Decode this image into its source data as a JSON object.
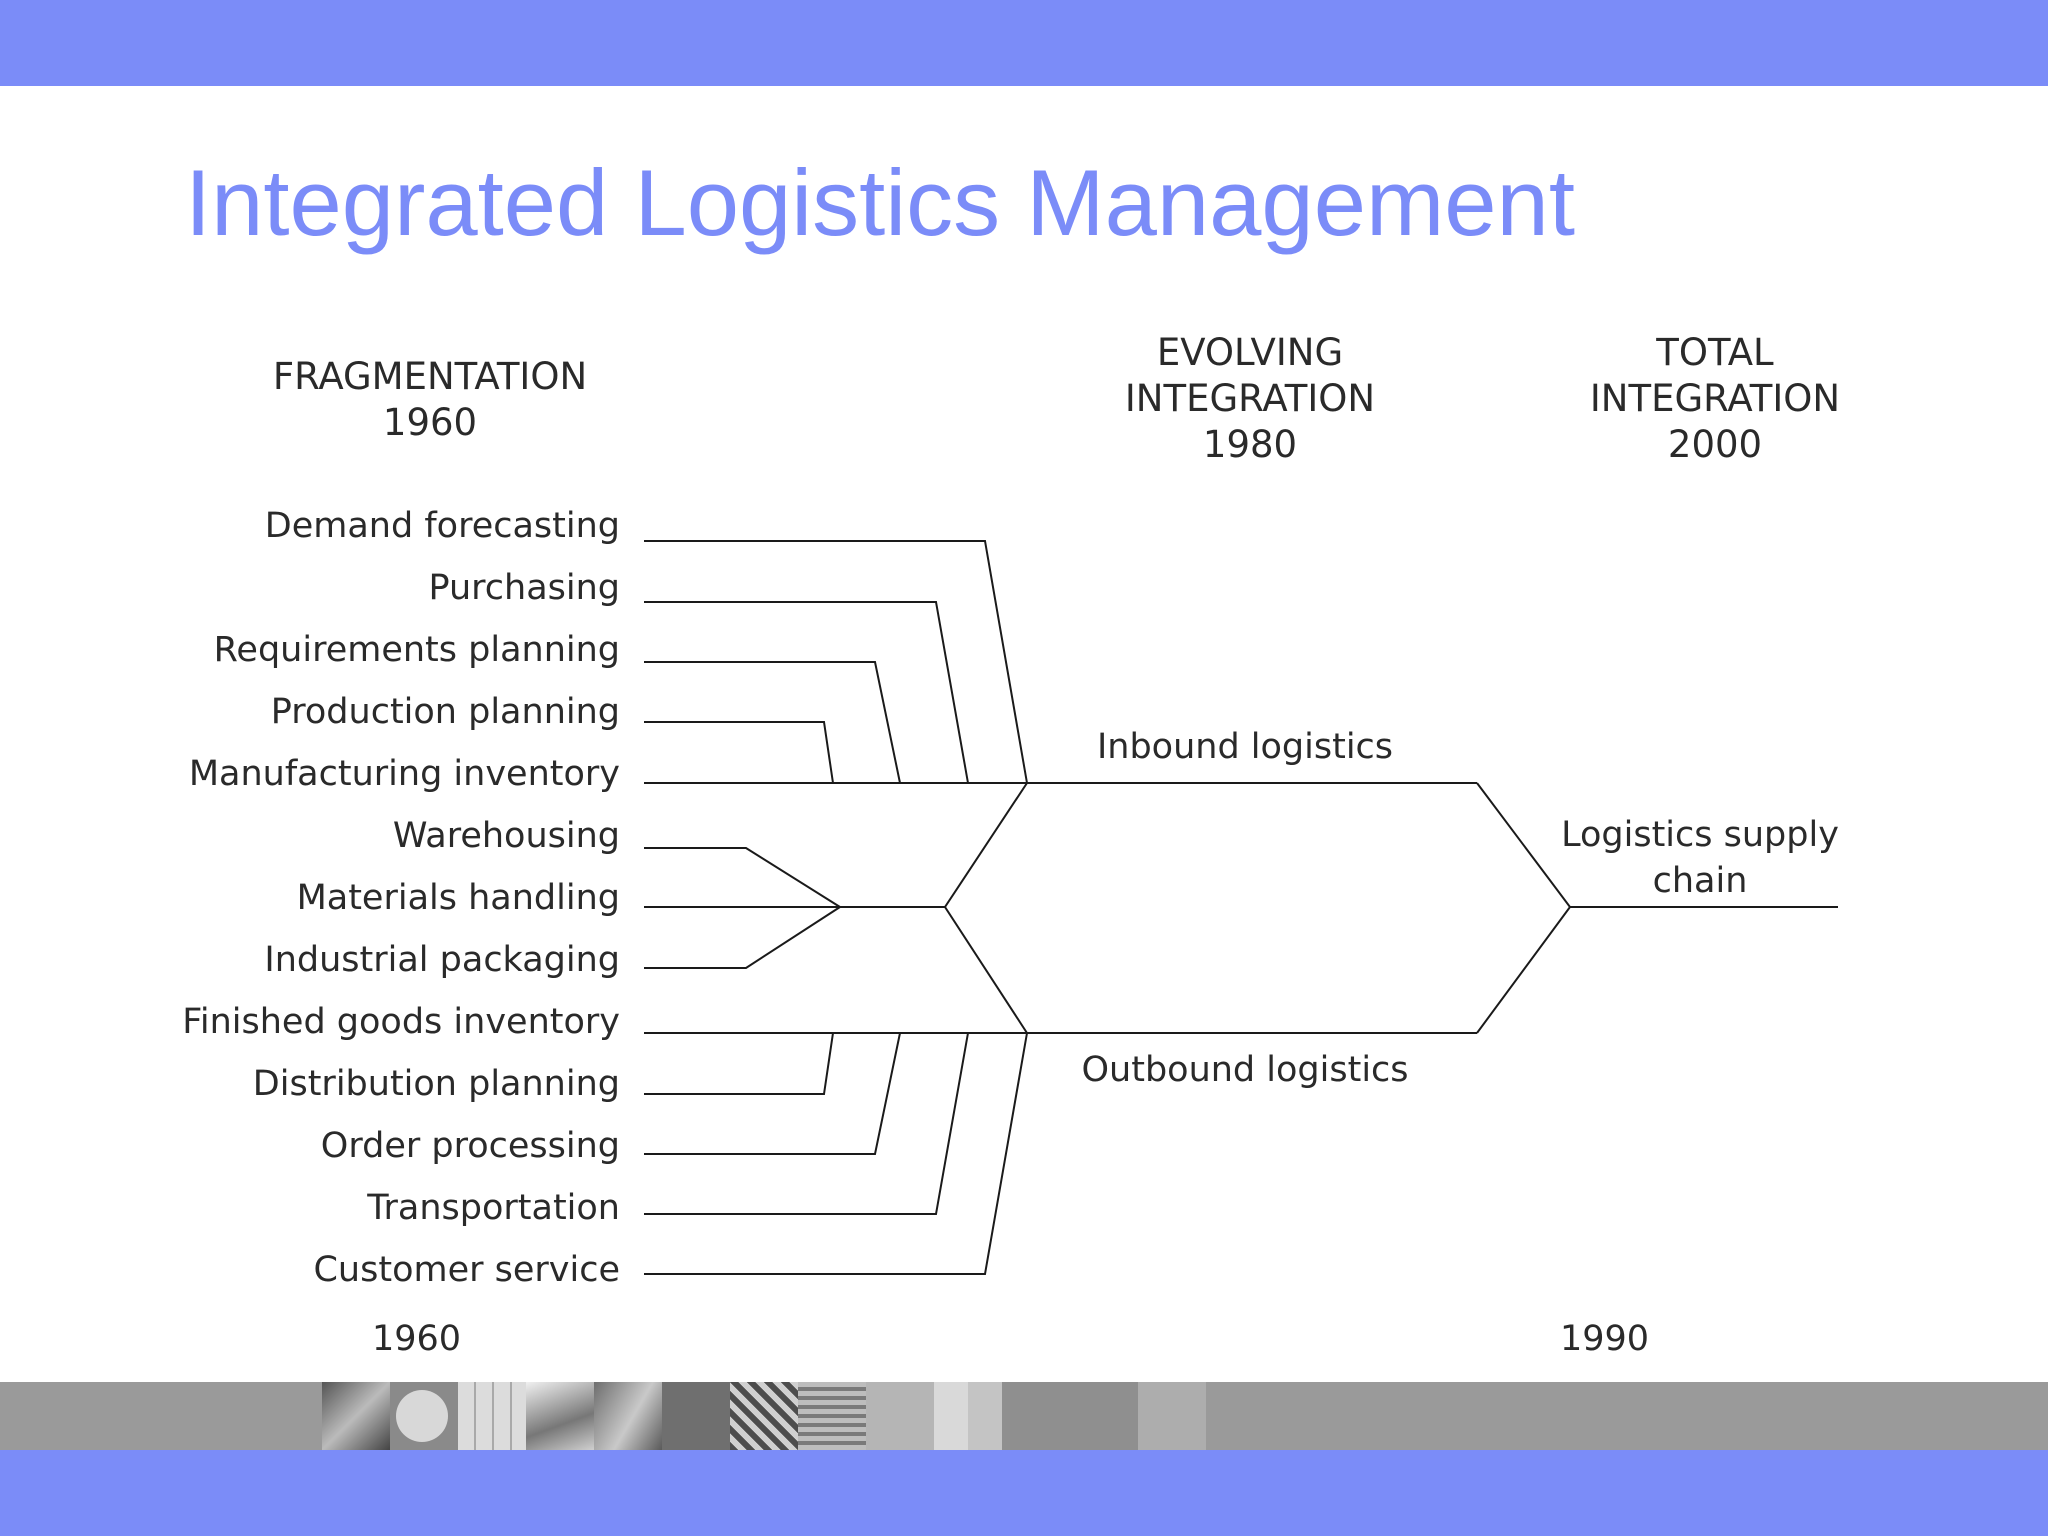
{
  "title": "Integrated Logistics Management",
  "headers": {
    "fragmentation": {
      "name": "FRAGMENTATION",
      "year": "1960"
    },
    "evolving": {
      "line1": "EVOLVING",
      "line2": "INTEGRATION",
      "year": "1980"
    },
    "total": {
      "line1": "TOTAL",
      "line2": "INTEGRATION",
      "year": "2000"
    }
  },
  "activities": [
    "Demand forecasting",
    "Purchasing",
    "Requirements planning",
    "Production planning",
    "Manufacturing inventory",
    "Warehousing",
    "Materials handling",
    "Industrial packaging",
    "Finished goods inventory",
    "Distribution planning",
    "Order processing",
    "Transportation",
    "Customer service"
  ],
  "groups": {
    "inbound": "Inbound logistics",
    "outbound": "Outbound logistics",
    "supply_chain_line1": "Logistics supply",
    "supply_chain_line2": "chain"
  },
  "timeline": {
    "start": "1960",
    "end": "1990"
  },
  "colors": {
    "accent": "#7b8cf8",
    "strip": "#9a9a9a",
    "line": "#1a1a1a"
  }
}
